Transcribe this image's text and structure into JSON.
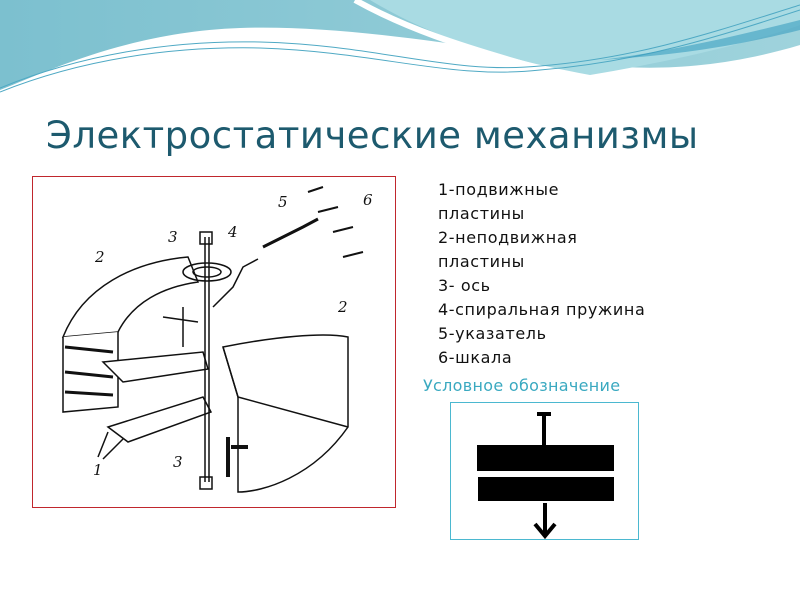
{
  "slide": {
    "title": "Электростатические механизмы",
    "legend": [
      "1-подвижные",
      "пластины",
      "2-неподвижная",
      "пластины",
      "3- ось",
      "4-спиральная пружина",
      "5-указатель",
      "6-шкала"
    ],
    "symbol_caption": "Условное обозначение",
    "diagram_labels": [
      "1",
      "2",
      "2",
      "3",
      "3",
      "4",
      "5",
      "6"
    ],
    "colors": {
      "title": "#1d5a6e",
      "caption": "#3aa9c0",
      "figure_border": "#c0272d",
      "symbol_border": "#4bb8d0",
      "wave": "#7fc3d3"
    }
  }
}
